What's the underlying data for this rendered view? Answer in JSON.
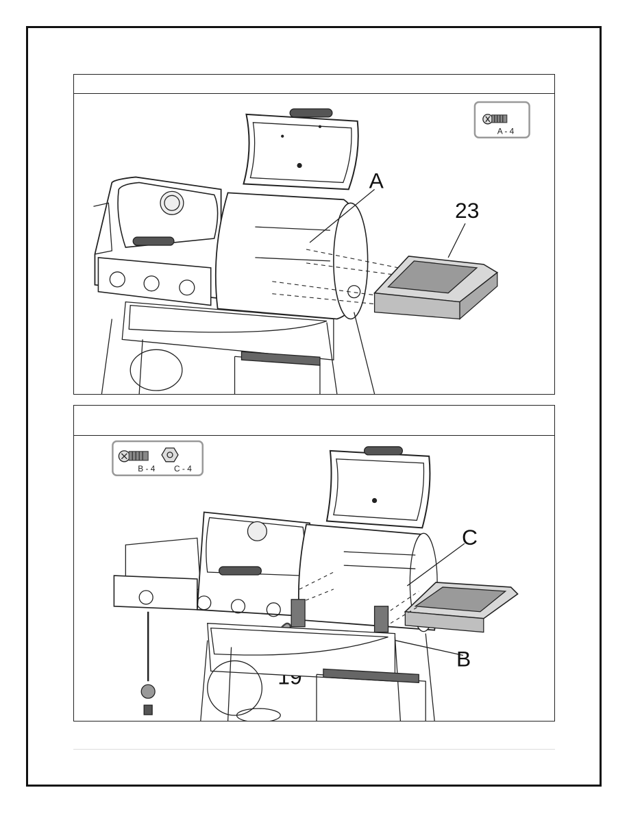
{
  "step1": {
    "hardware": [
      {
        "name": "bolt-icon",
        "label": "A - 4"
      }
    ],
    "callouts": {
      "bolt": "A",
      "part": "23"
    }
  },
  "step2": {
    "hardware": [
      {
        "name": "bolt-icon",
        "label": "B - 4"
      },
      {
        "name": "nut-icon",
        "label": "C - 4"
      }
    ],
    "callouts": {
      "nut": "C",
      "bolt": "B",
      "part": "19"
    }
  }
}
